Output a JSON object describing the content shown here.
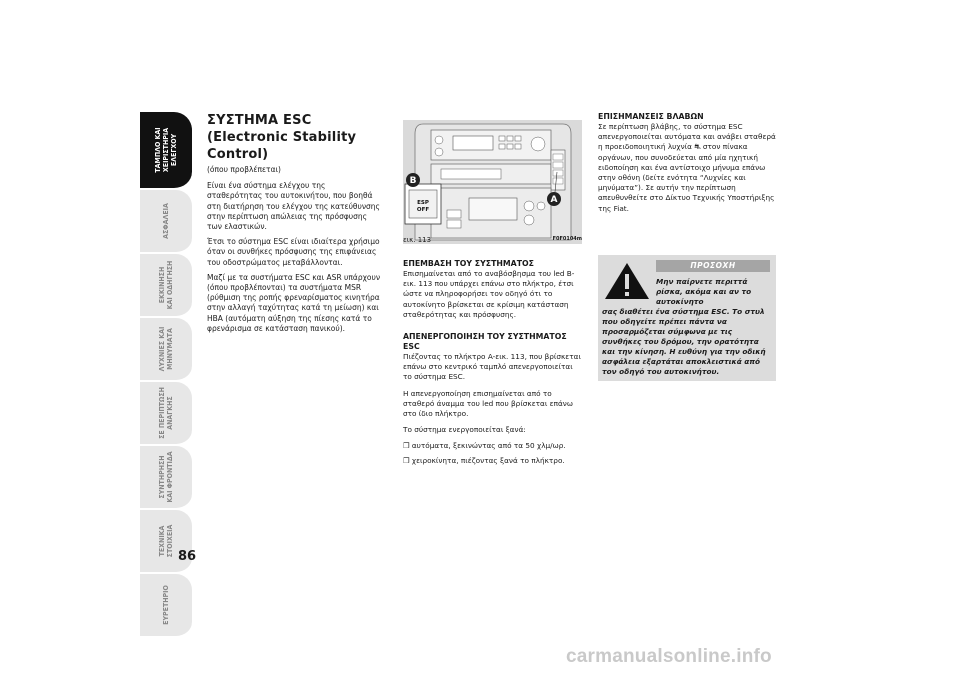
{
  "sidebar": {
    "tabs": [
      {
        "label": "ΤΑΜΠΛΟ ΚΑΙ\nΧΕΙΡΙΣΤΗΡΙΑ\nΕΛΕΓΧΟΥ",
        "active": true
      },
      {
        "label": "ΑΣΦΑΛΕΙΑ",
        "active": false
      },
      {
        "label": "ΕΚΚΙΝΗΣΗ\nΚΑΙ ΟΔΗΓΗΣΗ",
        "active": false
      },
      {
        "label": "ΛΥΧΝΙΕΣ ΚΑΙ\nΜΗΝΥΜΑΤΑ",
        "active": false
      },
      {
        "label": "ΣΕ ΠΕΡΙΠΤΩΣΗ\nΑΝΑΓΚΗΣ",
        "active": false
      },
      {
        "label": "ΣΥΝΤΗΡΗΣΗ\nΚΑΙ ΦΡΟΝΤΙΔΑ",
        "active": false
      },
      {
        "label": "ΤΕΧΝΙΚΑ\nΣΤΟΙΧΕΙΑ",
        "active": false
      },
      {
        "label": "ΕΥΡΕΤΗΡΙΟ",
        "active": false
      }
    ]
  },
  "page_number": "86",
  "section": {
    "title_line1": "ΣΥΣΤΗΜΑ ESC",
    "title_line2": "(Electronic Stability",
    "title_line3": "Control)",
    "subtitle": "(όπου προβλέπεται)",
    "paragraphs": [
      "Είναι ένα σύστημα ελέγχου της σταθερότητας του αυτοκινήτου, που βοηθά στη διατήρηση του ελέγχου της κατεύθυνσης στην περίπτωση απώλειας της πρόσφυσης των ελαστικών.",
      "Έτσι το σύστημα ESC είναι ιδιαίτερα χρήσιμο όταν οι συνθήκες πρόσφυσης της επιφάνειας του οδοστρώματος μεταβάλλονται.",
      "Μαζί με τα συστήματα ESC και ASR υπάρχουν (όπου προβλέπονται) τα συστήματα MSR (ρύθμιση της ροπής φρεναρίσματος κινητήρα στην αλλαγή ταχύτητας κατά τη μείωση) και HBA (αυτόματη αύξηση της πίεσης κατά το φρενάρισμα σε κατάσταση πανικού)."
    ]
  },
  "figure": {
    "caption": "εικ. 113",
    "code": "F0F0104m",
    "callout_a": "A",
    "callout_b": "B",
    "button_label_1": "ESP",
    "button_label_2": "OFF"
  },
  "intervention": {
    "heading": "ΕΠΕΜΒΑΣΗ ΤΟΥ ΣΥΣΤΗΜΑΤΟΣ",
    "text": "Επισημαίνεται από το αναβόσβησμα του led B-εικ. 113 που υπάρχει επάνω στο πλήκτρο, έτσι ώστε να πληροφορήσει τον οδηγό ότι το αυτοκίνητο βρίσκεται σε κρίσιμη κατάσταση σταθερότητας και πρόσφυσης."
  },
  "deactivation": {
    "heading": "ΑΠΕΝΕΡΓΟΠΟΙΗΣΗ ΤΟΥ ΣΥΣΤΗΜΑΤΟΣ ESC",
    "text1": "Πιέζοντας το πλήκτρο A-εικ. 113, που βρίσκεται επάνω στο κεντρικό ταμπλό απενεργοποιείται το σύστημα ESC.",
    "text2": "Η απενεργοποίηση επισημαίνεται από το σταθερό άναμμα του led που βρίσκεται επάνω στο ίδιο πλήκτρο.",
    "text3": "Το σύστημα ενεργοποιείται ξανά:",
    "bullets": [
      "❒ αυτόματα, ξεκινώντας από τα 50 χλμ/ωρ.",
      "❒ χειροκίνητα, πιέζοντας ξανά το πλήκτρο."
    ]
  },
  "faults": {
    "heading": "ΕΠΙΣΗΜΑΝΣΕΙΣ ΒΛΑΒΩΝ",
    "text": "Σε περίπτωση βλάβης, το σύστημα ESC απενεργοποιείται αυτόματα και ανάβει σταθερά η προειδοποιητική λυχνία ⛐ στον πίνακα οργάνων, που συνοδεύεται από μία ηχητική ειδοποίηση και ένα αντίστοιχο μήνυμα επάνω στην οθόνη (δείτε ενότητα “Λυχνίες και μηνύματα”). Σε αυτήν την περίπτωση απευθυνθείτε στο Δίκτυο Τεχνικής Υποστήριξης της Fiat."
  },
  "warning": {
    "title": "ΠΡΟΣΟΧΗ",
    "text_indented": "Μην παίρνετε περιττά ρίσκα, ακόμα και αν το αυτοκίνητο",
    "text_rest": "σας διαθέτει ένα σύστημα ESC. Το στυλ που οδηγείτε πρέπει πάντα να προσαρμόζεται σύμφωνα με τις συνθήκες του δρόμου, την ορατότητα και την κίνηση. Η ευθύνη για την οδική ασφάλεια εξαρτάται αποκλειστικά από τον οδηγό του αυτοκινήτου."
  },
  "watermark": "carmanualsonline.info"
}
